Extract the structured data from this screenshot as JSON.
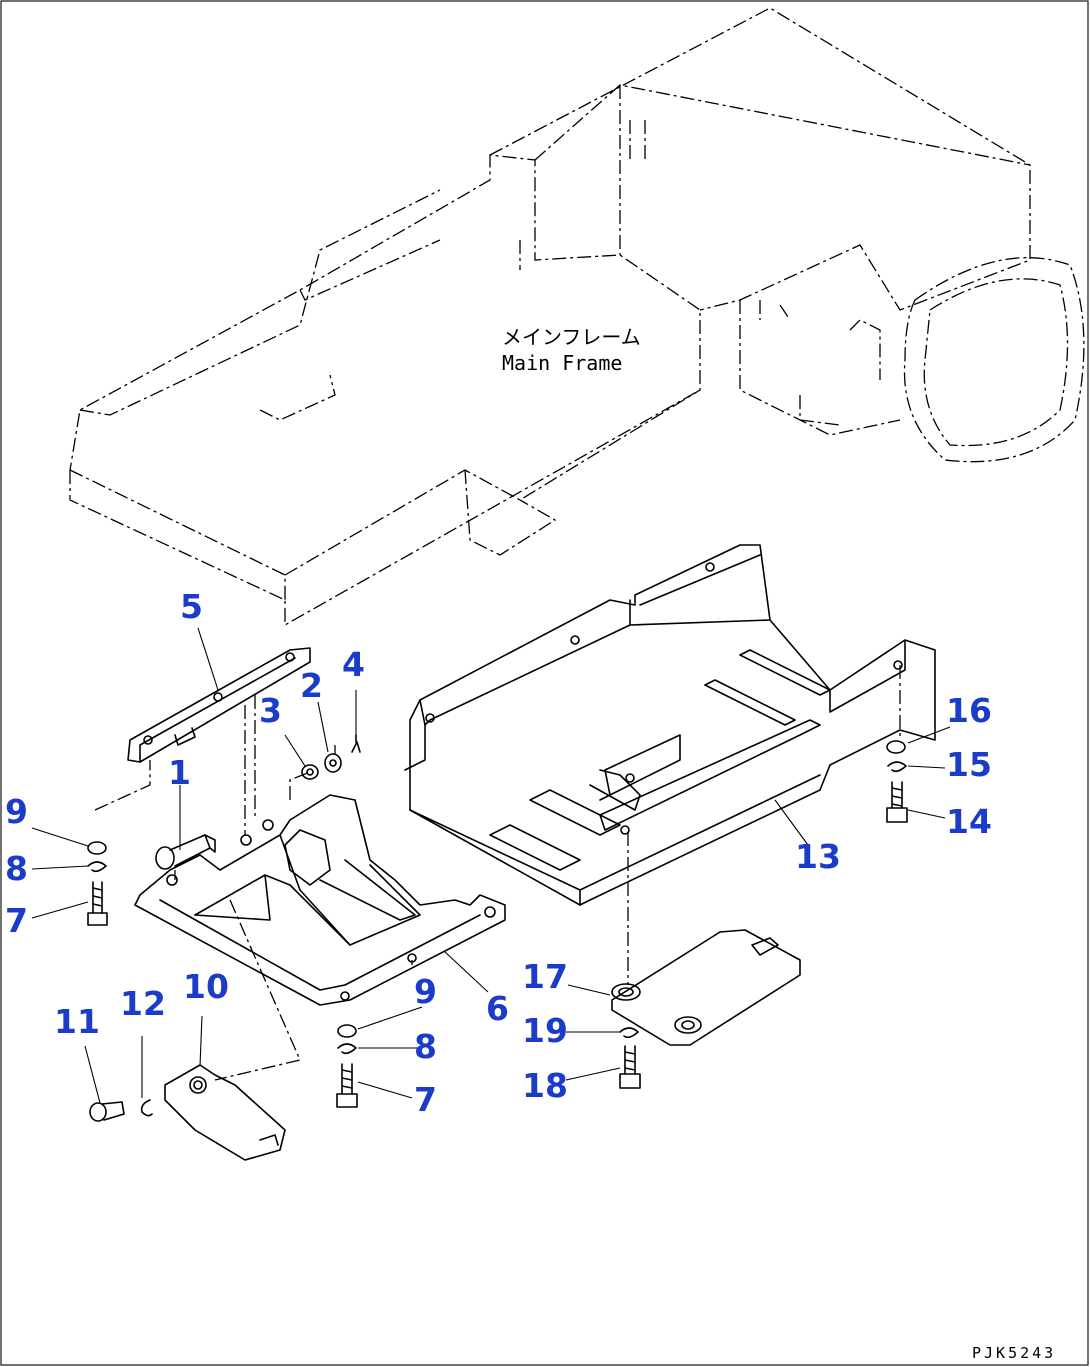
{
  "frame_label": {
    "japanese": "メインフレーム",
    "english": "Main Frame"
  },
  "drawing_code": "PJK5243",
  "callouts": [
    {
      "id": "1",
      "text": "1"
    },
    {
      "id": "2",
      "text": "2"
    },
    {
      "id": "3",
      "text": "3"
    },
    {
      "id": "4",
      "text": "4"
    },
    {
      "id": "5",
      "text": "5"
    },
    {
      "id": "6",
      "text": "6"
    },
    {
      "id": "7a",
      "text": "7"
    },
    {
      "id": "7b",
      "text": "7"
    },
    {
      "id": "8a",
      "text": "8"
    },
    {
      "id": "8b",
      "text": "8"
    },
    {
      "id": "9a",
      "text": "9"
    },
    {
      "id": "9b",
      "text": "9"
    },
    {
      "id": "10",
      "text": "10"
    },
    {
      "id": "11",
      "text": "11"
    },
    {
      "id": "12",
      "text": "12"
    },
    {
      "id": "13",
      "text": "13"
    },
    {
      "id": "14",
      "text": "14"
    },
    {
      "id": "15",
      "text": "15"
    },
    {
      "id": "16",
      "text": "16"
    },
    {
      "id": "17",
      "text": "17"
    },
    {
      "id": "18",
      "text": "18"
    },
    {
      "id": "19",
      "text": "19"
    }
  ],
  "colors": {
    "callout": "#1a3cc8",
    "line": "#000000",
    "background": "#ffffff"
  }
}
